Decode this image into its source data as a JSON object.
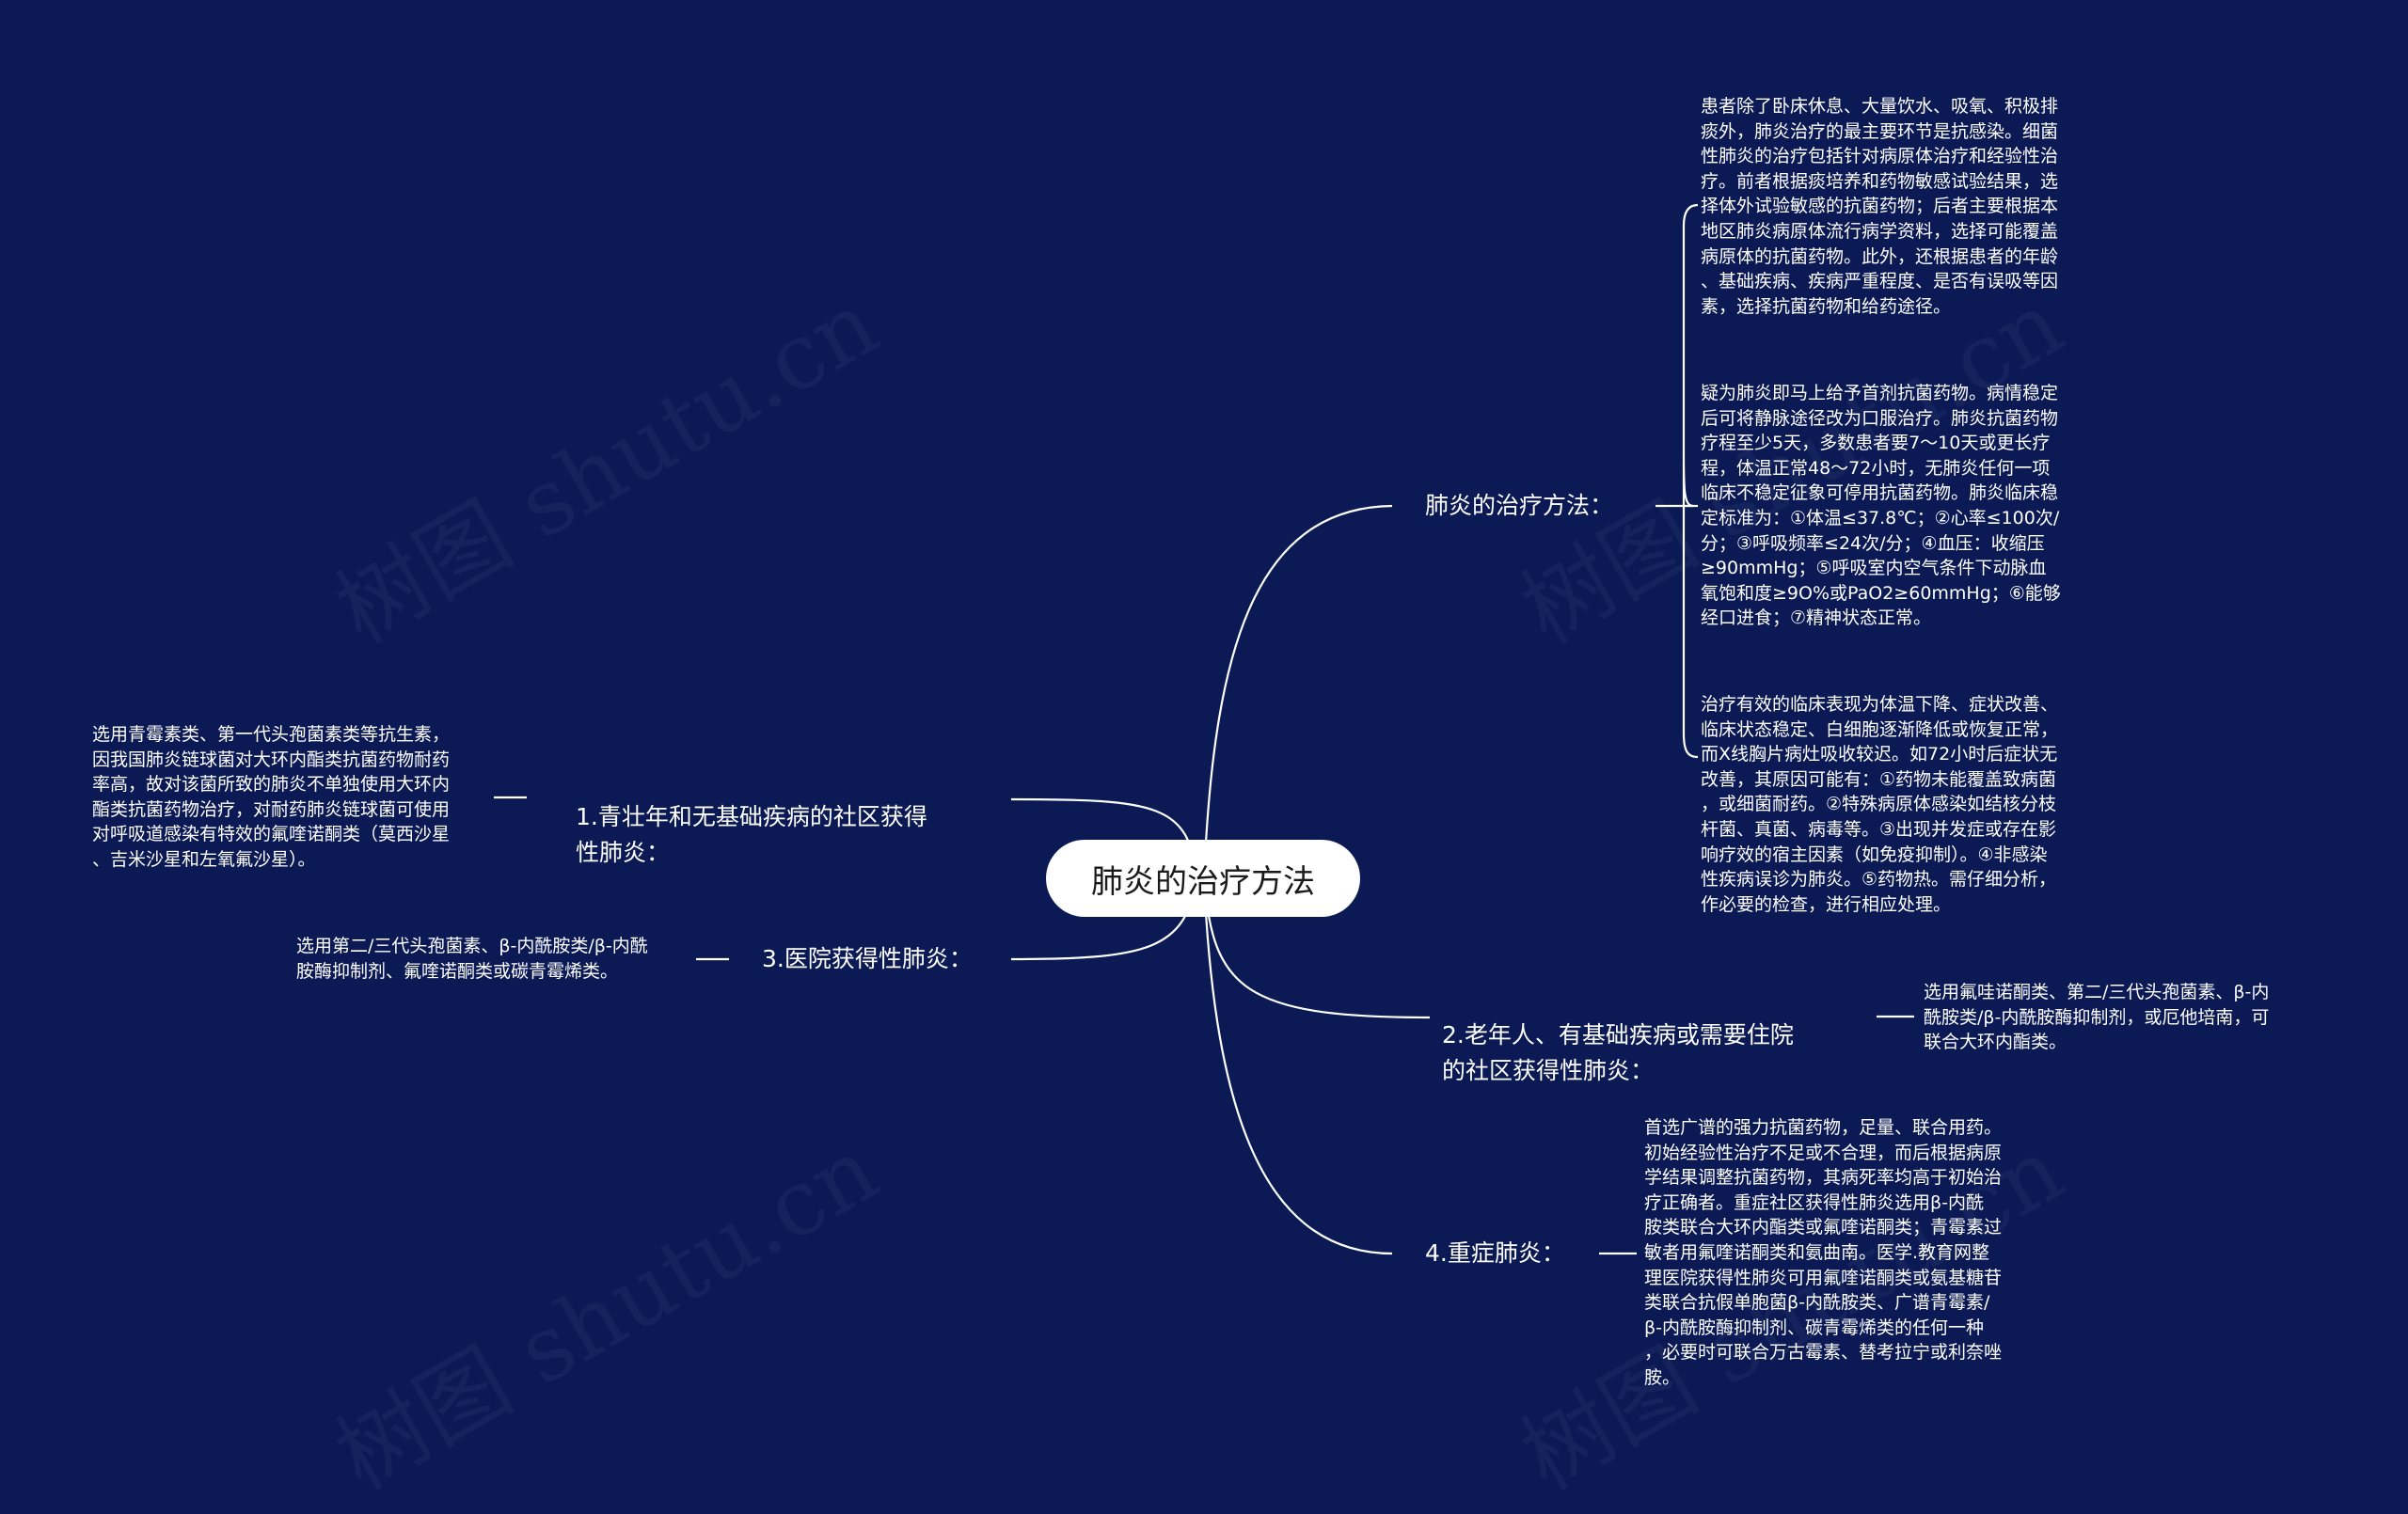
{
  "watermark_text": "树图 shutu.cn",
  "root": {
    "label": "肺炎的治疗方法"
  },
  "branches": {
    "treatment": {
      "label": "肺炎的治疗方法：",
      "leaves": [
        "患者除了卧床休息、大量饮水、吸氧、积极排\n痰外，肺炎治疗的最主要环节是抗感染。细菌\n性肺炎的治疗包括针对病原体治疗和经验性治\n疗。前者根据痰培养和药物敏感试验结果，选\n择体外试验敏感的抗菌药物；后者主要根据本\n地区肺炎病原体流行病学资料，选择可能覆盖\n病原体的抗菌药物。此外，还根据患者的年龄\n、基础疾病、疾病严重程度、是否有误吸等因\n素，选择抗菌药物和给药途径。",
        "疑为肺炎即马上给予首剂抗菌药物。病情稳定\n后可将静脉途径改为口服治疗。肺炎抗菌药物\n疗程至少5天，多数患者要7～10天或更长疗\n程，体温正常48～72小时，无肺炎任何一项\n临床不稳定征象可停用抗菌药物。肺炎临床稳\n定标准为：①体温≤37.8℃；②心率≤100次/\n分；③呼吸频率≤24次/分；④血压：收缩压\n≥90mmHg；⑤呼吸室内空气条件下动脉血\n氧饱和度≥9O%或PaO2≥60mmHg；⑥能够\n经口进食；⑦精神状态正常。",
        "治疗有效的临床表现为体温下降、症状改善、\n临床状态稳定、白细胞逐渐降低或恢复正常，\n而X线胸片病灶吸收较迟。如72小时后症状无\n改善，其原因可能有：①药物未能覆盖致病菌\n，或细菌耐药。②特殊病原体感染如结核分枝\n杆菌、真菌、病毒等。③出现并发症或存在影\n响疗效的宿主因素（如免疫抑制）。④非感染\n性疾病误诊为肺炎。⑤药物热。需仔细分析，\n作必要的检查，进行相应处理。"
      ]
    },
    "young": {
      "label": "1.青壮年和无基础疾病的社区获得\n性肺炎：",
      "leaf": "选用青霉素类、第一代头孢菌素类等抗生素，\n因我国肺炎链球菌对大环内酯类抗菌药物耐药\n率高，故对该菌所致的肺炎不单独使用大环内\n酯类抗菌药物治疗，对耐药肺炎链球菌可使用\n对呼吸道感染有特效的氟喹诺酮类（莫西沙星\n、吉米沙星和左氧氟沙星）。"
    },
    "hospital": {
      "label": "3.医院获得性肺炎：",
      "leaf": "选用第二/三代头孢菌素、β-内酰胺类/β-内酰\n胺酶抑制剂、氟喹诺酮类或碳青霉烯类。"
    },
    "elderly": {
      "label": "2.老年人、有基础疾病或需要住院\n的社区获得性肺炎：",
      "leaf": "选用氟哇诺酮类、第二/三代头孢菌素、β-内\n酰胺类/β-内酰胺酶抑制剂，或厄他培南，可\n联合大环内酯类。"
    },
    "severe": {
      "label": "4.重症肺炎：",
      "leaf": "首选广谱的强力抗菌药物，足量、联合用药。\n初始经验性治疗不足或不合理，而后根据病原\n学结果调整抗菌药物，其病死率均高于初始治\n疗正确者。重症社区获得性肺炎选用β-内酰\n胺类联合大环内酯类或氟喹诺酮类；青霉素过\n敏者用氟喹诺酮类和氨曲南。医学.教育网整\n理医院获得性肺炎可用氟喹诺酮类或氨基糖苷\n类联合抗假单胞菌β-内酰胺类、广谱青霉素/\nβ-内酰胺酶抑制剂、碳青霉烯类的任何一种\n，必要时可联合万古霉素、替考拉宁或利奈唑\n胺。"
    }
  }
}
